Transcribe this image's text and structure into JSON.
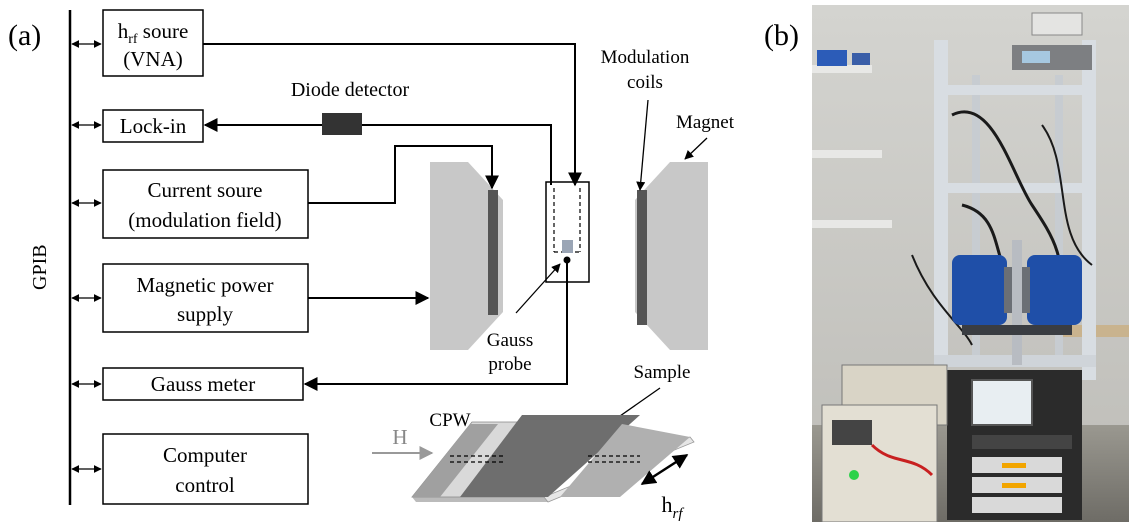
{
  "panel_a": {
    "tag": "(a)",
    "bus_label": "GPIB",
    "instruments": {
      "hrf_source": {
        "h": "h",
        "sub": "rf",
        "rest": " soure",
        "line2": "(VNA)"
      },
      "lockin": "Lock-in",
      "current_source": {
        "line1": "Current soure",
        "line2": "(modulation field)"
      },
      "magnetic_supply": {
        "line1": "Magnetic power",
        "line2": "supply"
      },
      "gauss_meter": "Gauss meter",
      "computer": {
        "line1": "Computer",
        "line2": "control"
      }
    },
    "labels": {
      "diode": "Diode detector",
      "modulation_coils": {
        "line1": "Modulation",
        "line2": "coils"
      },
      "magnet": "Magnet",
      "gauss_probe": {
        "line1": "Gauss",
        "line2": "probe"
      },
      "sample": "Sample",
      "cpw": "CPW",
      "field": "H",
      "hrf": {
        "h": "h",
        "sub": "rf"
      }
    }
  },
  "panel_b": {
    "tag": "(b)",
    "photo_description": "Photograph of FMR experimental setup: electromagnet with blue coils in aluminum frame rack, instruments above and below"
  },
  "colors": {
    "magnet_gray": "#c8c8c8",
    "pole_dark": "#555555",
    "sample_dark": "#6e6e6e",
    "cpw_light": "#d9d9d9",
    "arrow_gray": "#999999",
    "coil_blue": "#1f4fa8",
    "frame_silver": "#d8dde2"
  }
}
